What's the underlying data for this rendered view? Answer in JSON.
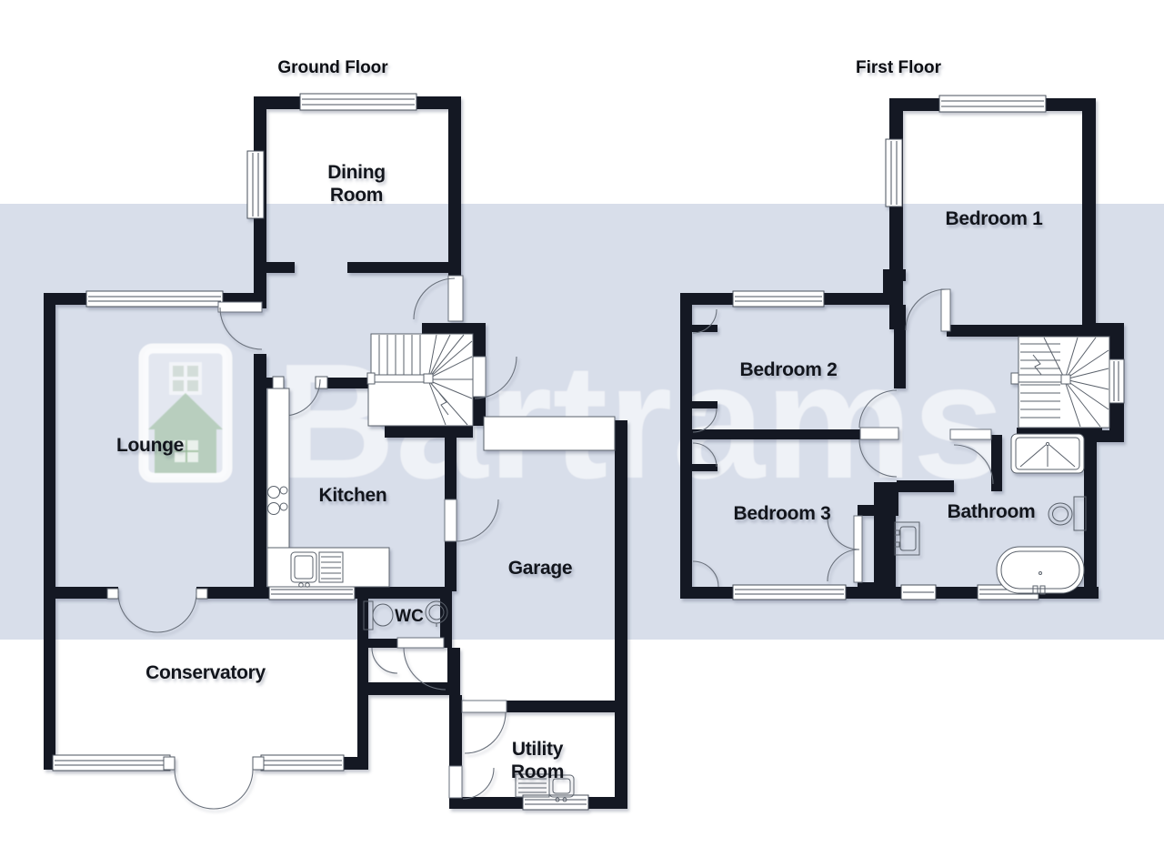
{
  "watermark": {
    "brand": "Bartrams",
    "logo": "house-logo"
  },
  "floors": [
    {
      "title": "Ground Floor",
      "rooms": {
        "dining": {
          "lines": [
            "Dining",
            "Room"
          ]
        },
        "lounge": {
          "lines": [
            "Lounge"
          ]
        },
        "kitchen": {
          "lines": [
            "Kitchen"
          ]
        },
        "garage": {
          "lines": [
            "Garage"
          ]
        },
        "wc": {
          "lines": [
            "WC"
          ]
        },
        "conservatory": {
          "lines": [
            "Conservatory"
          ]
        },
        "utility": {
          "lines": [
            "Utility",
            "Room"
          ]
        }
      }
    },
    {
      "title": "First Floor",
      "rooms": {
        "bedroom1": {
          "lines": [
            "Bedroom 1"
          ]
        },
        "bedroom2": {
          "lines": [
            "Bedroom 2"
          ]
        },
        "bedroom3": {
          "lines": [
            "Bedroom 3"
          ]
        },
        "bathroom": {
          "lines": [
            "Bathroom"
          ]
        }
      }
    }
  ],
  "colors": {
    "wall": "#141823",
    "band": "#d8deea",
    "label": "#12151c",
    "watermark_white": "rgba(255,255,255,0.60)",
    "logo_green": "rgba(150,185,150,0.55)"
  }
}
